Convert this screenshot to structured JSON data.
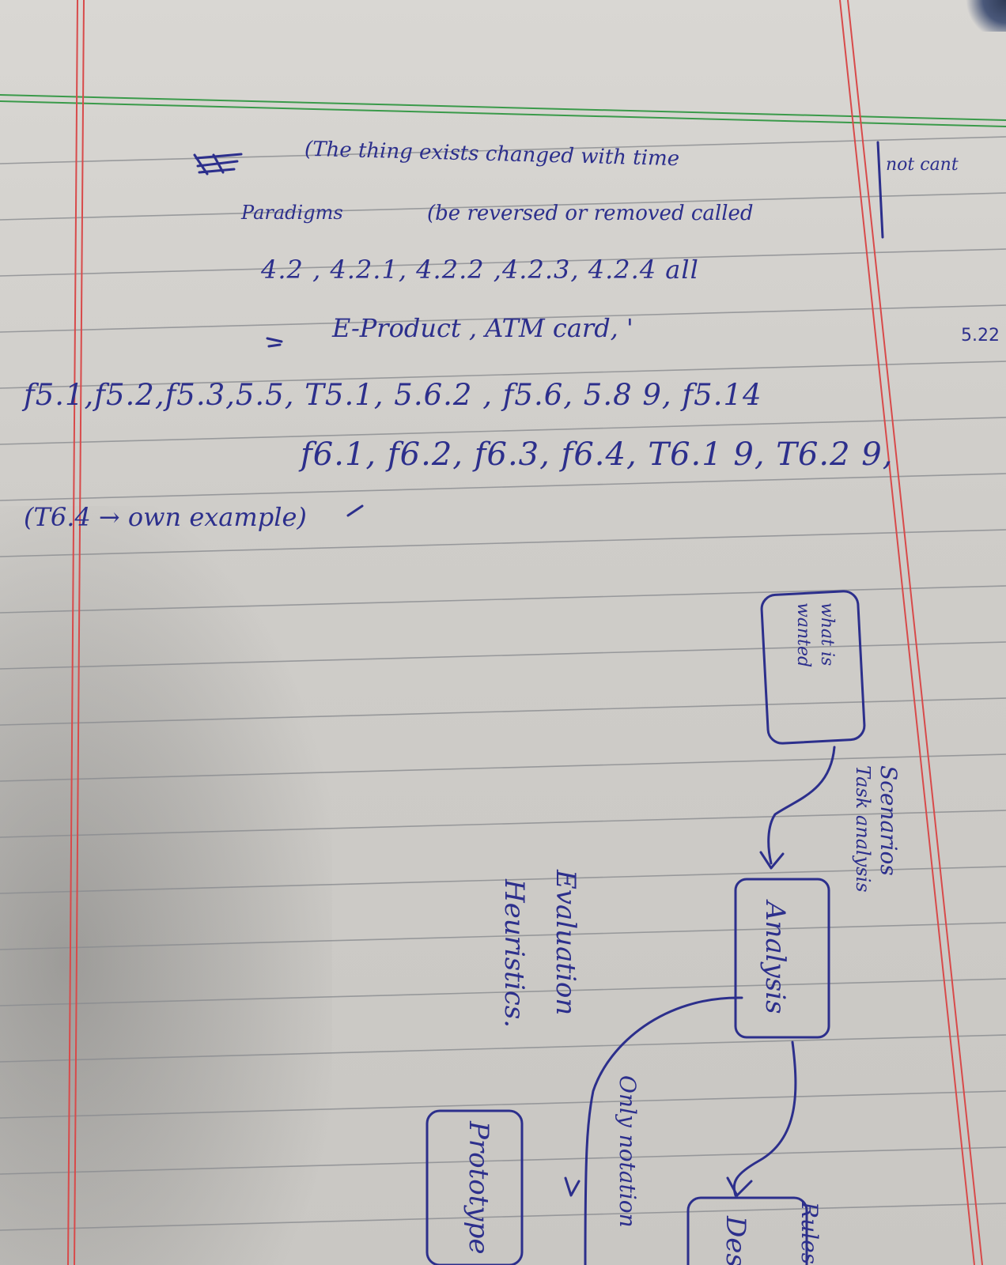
{
  "notes": {
    "line1": "(The thing exists changed with time",
    "line1_right": "not cant",
    "paradigms": "Paradigms",
    "line2": "(be reversed or removed called",
    "line3": "4.2 , 4.2.1, 4.2.2 ,4.2.3, 4.2.4 all",
    "line4": "E-Product , ATM card, '",
    "margin_ref": "5.22",
    "line5": "f5.1,f5.2,f5.3,5.5, T5.1, 5.6.2 , f5.6, 5.8 9, f5.14",
    "line6": "f6.1, f6.2, f6.3, f6.4, T6.1 9, T6.2 9,",
    "line7": "(T6.4 → own example)"
  },
  "flow": {
    "what_is_wanted": "what is wanted",
    "scenarios": "Scenarios",
    "task_analysis": "Task analysis",
    "analysis": "Analysis",
    "evaluation": "Evaluation",
    "heuristics": "Heuristics.",
    "only_notation": "Only notation",
    "prototype": "Prototype",
    "design": "Des",
    "design_rules": "Rules"
  },
  "colors": {
    "ink": "#2c2f8c",
    "paper": "#d4d2ce",
    "rule": "#8a8c90",
    "margin": "#d84a4a",
    "topline": "#3a9a4a"
  }
}
